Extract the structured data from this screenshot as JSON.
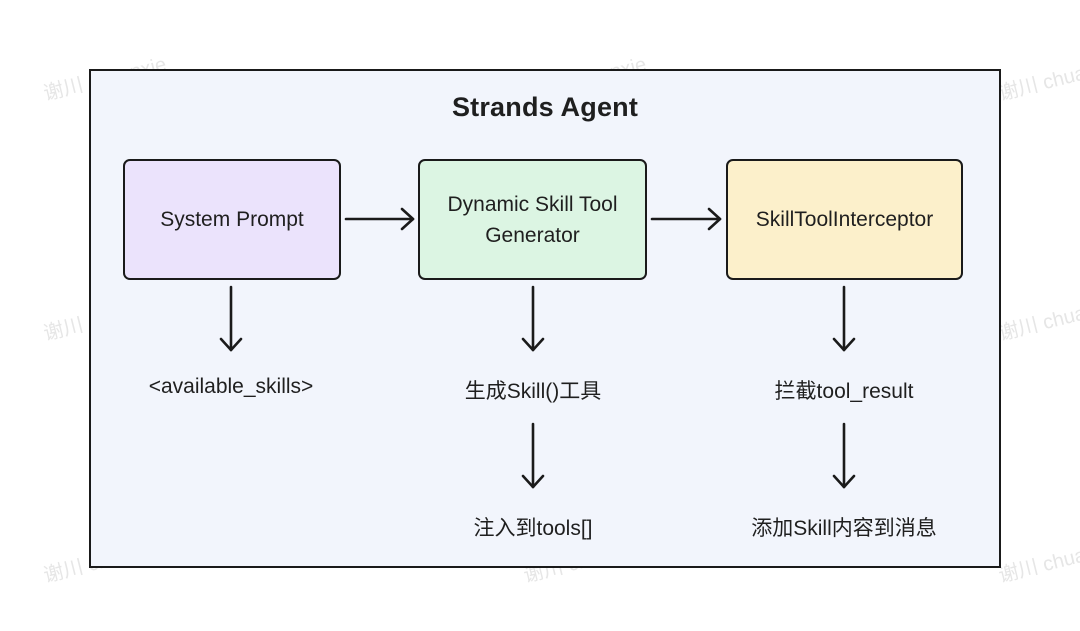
{
  "watermark": "谢川 chuanxie",
  "diagram": {
    "title": "Strands Agent",
    "nodes": [
      {
        "id": "system-prompt",
        "label": "System Prompt",
        "color": "#ebe3fc"
      },
      {
        "id": "dynamic-skill-tool-generator",
        "label": "Dynamic Skill Tool\nGenerator",
        "color": "#dcf5e3"
      },
      {
        "id": "skill-tool-interceptor",
        "label": "SkillToolInterceptor",
        "color": "#fcf0cb"
      }
    ],
    "outputs": [
      {
        "id": "available-skills",
        "label": "<available_skills>"
      },
      {
        "id": "generate-skill-tool",
        "label": "生成Skill()工具"
      },
      {
        "id": "intercept-tool-result",
        "label": "拦截tool_result"
      },
      {
        "id": "inject-into-tools",
        "label": "注入到tools[]"
      },
      {
        "id": "append-skill-content",
        "label": "添加Skill内容到消息"
      }
    ],
    "edges": [
      {
        "from": "system-prompt",
        "to": "dynamic-skill-tool-generator"
      },
      {
        "from": "dynamic-skill-tool-generator",
        "to": "skill-tool-interceptor"
      },
      {
        "from": "system-prompt",
        "to": "available-skills"
      },
      {
        "from": "dynamic-skill-tool-generator",
        "to": "generate-skill-tool"
      },
      {
        "from": "generate-skill-tool",
        "to": "inject-into-tools"
      },
      {
        "from": "skill-tool-interceptor",
        "to": "intercept-tool-result"
      },
      {
        "from": "intercept-tool-result",
        "to": "append-skill-content"
      }
    ],
    "colors": {
      "frame_background": "#f2f5fc",
      "stroke": "#1a1a1a"
    }
  }
}
